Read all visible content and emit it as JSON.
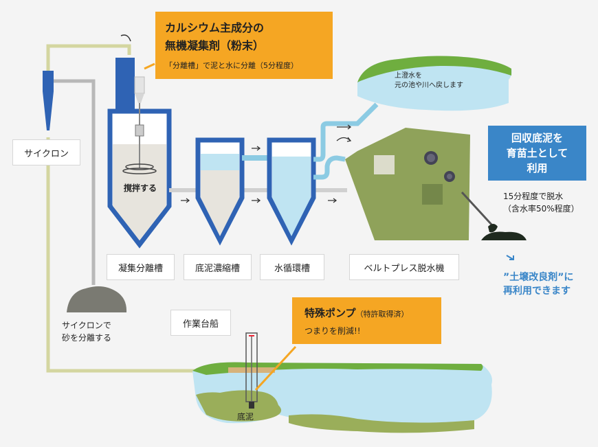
{
  "callout_top": {
    "line1": "カルシウム主成分の",
    "line2": "無機凝集剤（粉末）",
    "line3": "「分離槽」で泥と水に分離（5分程度）"
  },
  "callout_pump": {
    "title": "特殊ポンプ",
    "title_suffix": "（特許取得済）",
    "line2": "つまりを削減!!"
  },
  "labels": {
    "cyclone": "サイクロン",
    "coag_tank": "凝集分離槽",
    "thickener": "底泥濃縮槽",
    "water_tank": "水循環槽",
    "belt_press": "ベルトプレス脱水機",
    "work_barge": "作業台船",
    "stir": "撹拌する",
    "bottom_mud": "底泥"
  },
  "cyclone_note": {
    "line1": "サイクロンで",
    "line2": "砂を分離する"
  },
  "clear_water": {
    "line1": "上澄水を",
    "line2": "元の池や川へ戻します"
  },
  "recover_box": {
    "line1": "回収底泥を",
    "line2": "育苗土として",
    "line3": "利用"
  },
  "dewater_note": {
    "line1": "15分程度で脱水",
    "line2": "（含水率50%程度）"
  },
  "reuse_note": {
    "line1": "”土壌改良剤”に",
    "line2": "再利用できます"
  },
  "colors": {
    "tank_blue": "#2f63b4",
    "water": "#bfe4f2",
    "pipe": "#8ccbe3",
    "pipe_tan": "#d4d6a0",
    "machine_green": "#8fa25a",
    "grass": "#6fae3f",
    "orange": "#f5a623",
    "accent_blue": "#3a86c8"
  }
}
